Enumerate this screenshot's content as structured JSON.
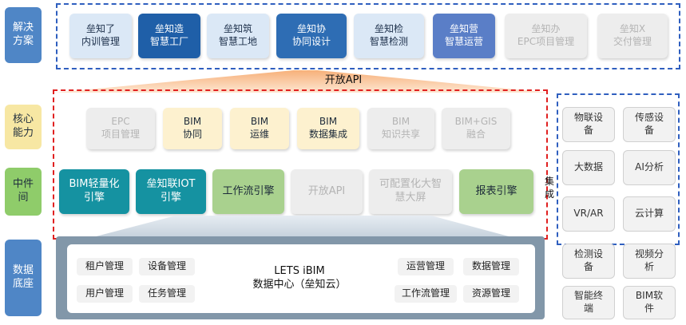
{
  "rows": {
    "solutions": "解决\n方案",
    "core": "核心\n能力",
    "middleware": "中件\n间",
    "base": "数据\n底座"
  },
  "solutions": [
    {
      "label": "垒知了\n内训管理",
      "style": "lightblue"
    },
    {
      "label": "垒知造\n智慧工厂",
      "style": "navy"
    },
    {
      "label": "垒知筑\n智慧工地",
      "style": "lightblue"
    },
    {
      "label": "垒知协\n协同设计",
      "style": "midblue"
    },
    {
      "label": "垒知检\n智慧检测",
      "style": "lightblue"
    },
    {
      "label": "垒知营\n智慧运营",
      "style": "periwinkle"
    },
    {
      "label": "垒知办\nEPC项目管理",
      "style": "gray"
    },
    {
      "label": "垒知X\n交付管理",
      "style": "gray"
    }
  ],
  "open_api_label": "开放API",
  "core": [
    {
      "label": "EPC\n项目管理",
      "style": "gray"
    },
    {
      "label": "BIM\n协同",
      "style": "cream"
    },
    {
      "label": "BIM\n运维",
      "style": "cream"
    },
    {
      "label": "BIM\n数据集成",
      "style": "cream"
    },
    {
      "label": "BIM\n知识共享",
      "style": "gray"
    },
    {
      "label": "BIM+GIS\n融合",
      "style": "gray"
    }
  ],
  "middleware": [
    {
      "label": "BIM轻量化\n引擎",
      "style": "teal"
    },
    {
      "label": "垒知联IOT\n引擎",
      "style": "teal"
    },
    {
      "label": "工作流引擎",
      "style": "green"
    },
    {
      "label": "开放API",
      "style": "gray"
    },
    {
      "label": "可配置化大智\n慧大屏",
      "style": "gray"
    },
    {
      "label": "报表引擎",
      "style": "green"
    }
  ],
  "integration_label": "集\n成",
  "base": {
    "center_title": "LETS iBIM\n数据中心（垒知云）",
    "left_items": [
      "租户管理",
      "设备管理",
      "用户管理",
      "任务管理"
    ],
    "right_items": [
      "运营管理",
      "数据管理",
      "工作流管理",
      "资源管理"
    ]
  },
  "right_panel": [
    "物联设\n备",
    "传感设\n备",
    "大数据",
    "AI分析",
    "VR/AR",
    "云计算",
    "检测设\n备",
    "视频分\n析",
    "智能终\n端",
    "BIM软\n件"
  ]
}
